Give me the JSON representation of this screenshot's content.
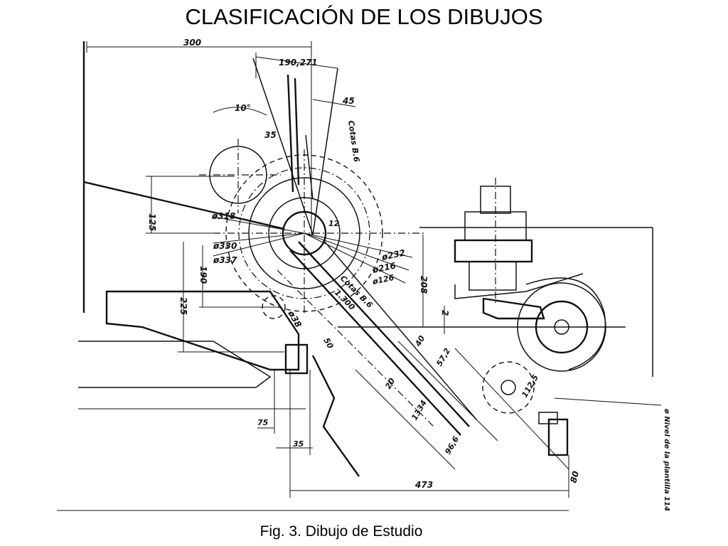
{
  "slide": {
    "title": "CLASIFICACIÓN DE LOS DIBUJOS",
    "caption": "Fig. 3. Dibujo de Estudio"
  },
  "drawing": {
    "dim_labels": {
      "d300": "300",
      "d190": "190,271",
      "d10": "10°",
      "d45": "45",
      "d35_top": "35",
      "cotas": "Cotas B.6",
      "d125": "125",
      "d318": "ø318",
      "d12": "12",
      "d330": "ø330",
      "d337": "ø337",
      "d190b": "190",
      "d225": "225",
      "d232": "ø232",
      "d216": "ø216",
      "d126": "ø126",
      "cotas2": "Cotas B.6",
      "d1300": "1.300",
      "d208": "208",
      "d2": "2",
      "d38": "ø38",
      "d50": "50",
      "d40": "40",
      "d20": "20",
      "d572": "57,2",
      "d1334": "1334",
      "d1125": "112,5",
      "d966": "96,6",
      "d80": "80",
      "d75": "75",
      "d35": "35",
      "d473": "473",
      "side_note": "ø Nivel de la plantilla 114"
    }
  }
}
